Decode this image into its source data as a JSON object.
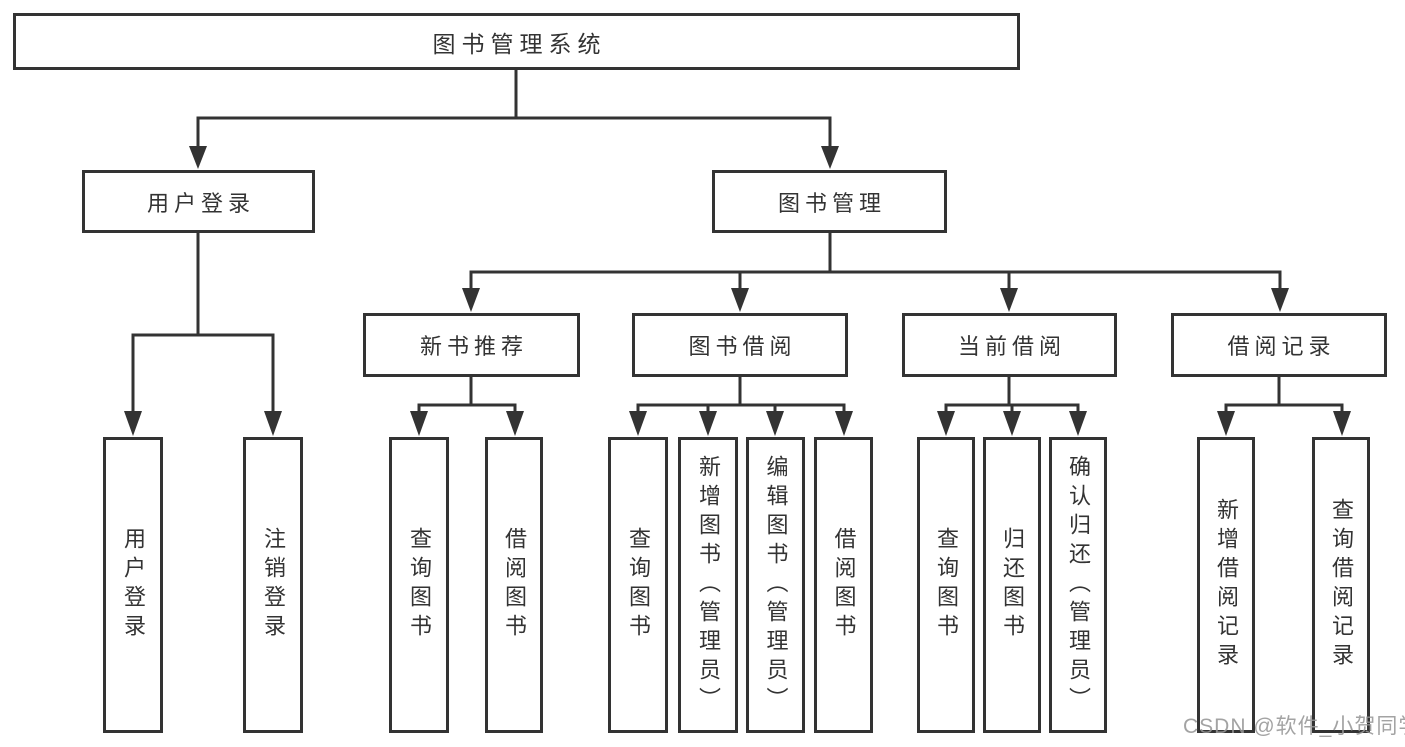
{
  "diagram": {
    "type": "hierarchy-tree",
    "root": {
      "label": "图书管理系统"
    },
    "branches": [
      {
        "label": "用户登录",
        "children": [
          "用户登录",
          "注销登录"
        ]
      },
      {
        "label": "图书管理",
        "children": [
          {
            "label": "新书推荐",
            "children": [
              "查询图书",
              "借阅图书"
            ]
          },
          {
            "label": "图书借阅",
            "children": [
              "查询图书",
              "新增图书（管理员）",
              "编辑图书（管理员）",
              "借阅图书"
            ]
          },
          {
            "label": "当前借阅",
            "children": [
              "查询图书",
              "归还图书",
              "确认归还（管理员）"
            ]
          },
          {
            "label": "借阅记录",
            "children": [
              "新增借阅记录",
              "查询借阅记录"
            ]
          }
        ]
      }
    ],
    "colors": {
      "line": "#333333",
      "box_background": "#ffffff",
      "text": "#333333",
      "watermark": "#969696"
    }
  },
  "watermark": {
    "text": "CSDN @软件_小贺同学"
  }
}
